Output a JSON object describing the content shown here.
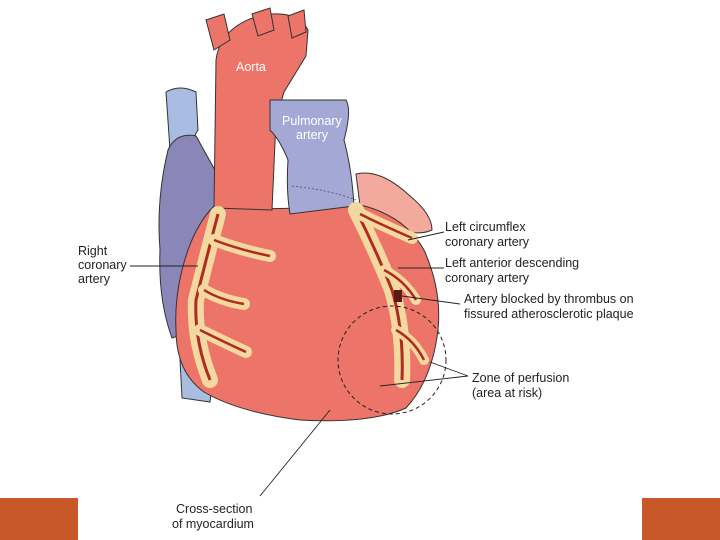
{
  "colors": {
    "accent_bar": "#c8582a",
    "heart_red": "#ec7468",
    "vessel_blue": "#9fb0dc",
    "vein_purple": "#8a86b8",
    "artery_dark": "#b02a22",
    "fat_yellow": "#f3d9a0",
    "atrium_pink": "#f0a898"
  },
  "labels": {
    "aorta": "Aorta",
    "pulmonary_1": "Pulmonary",
    "pulmonary_2": "artery",
    "right_coronary_1": "Right",
    "right_coronary_2": "coronary",
    "right_coronary_3": "artery",
    "left_circumflex_1": "Left circumflex",
    "left_circumflex_2": "coronary artery",
    "lad_1": "Left anterior descending",
    "lad_2": "coronary artery",
    "blocked_1": "Artery blocked by thrombus on",
    "blocked_2": "fissured atherosclerotic plaque",
    "perfusion_1": "Zone of perfusion",
    "perfusion_2": "(area at risk)",
    "cross_section_1": "Cross-section",
    "cross_section_2": "of myocardium"
  }
}
